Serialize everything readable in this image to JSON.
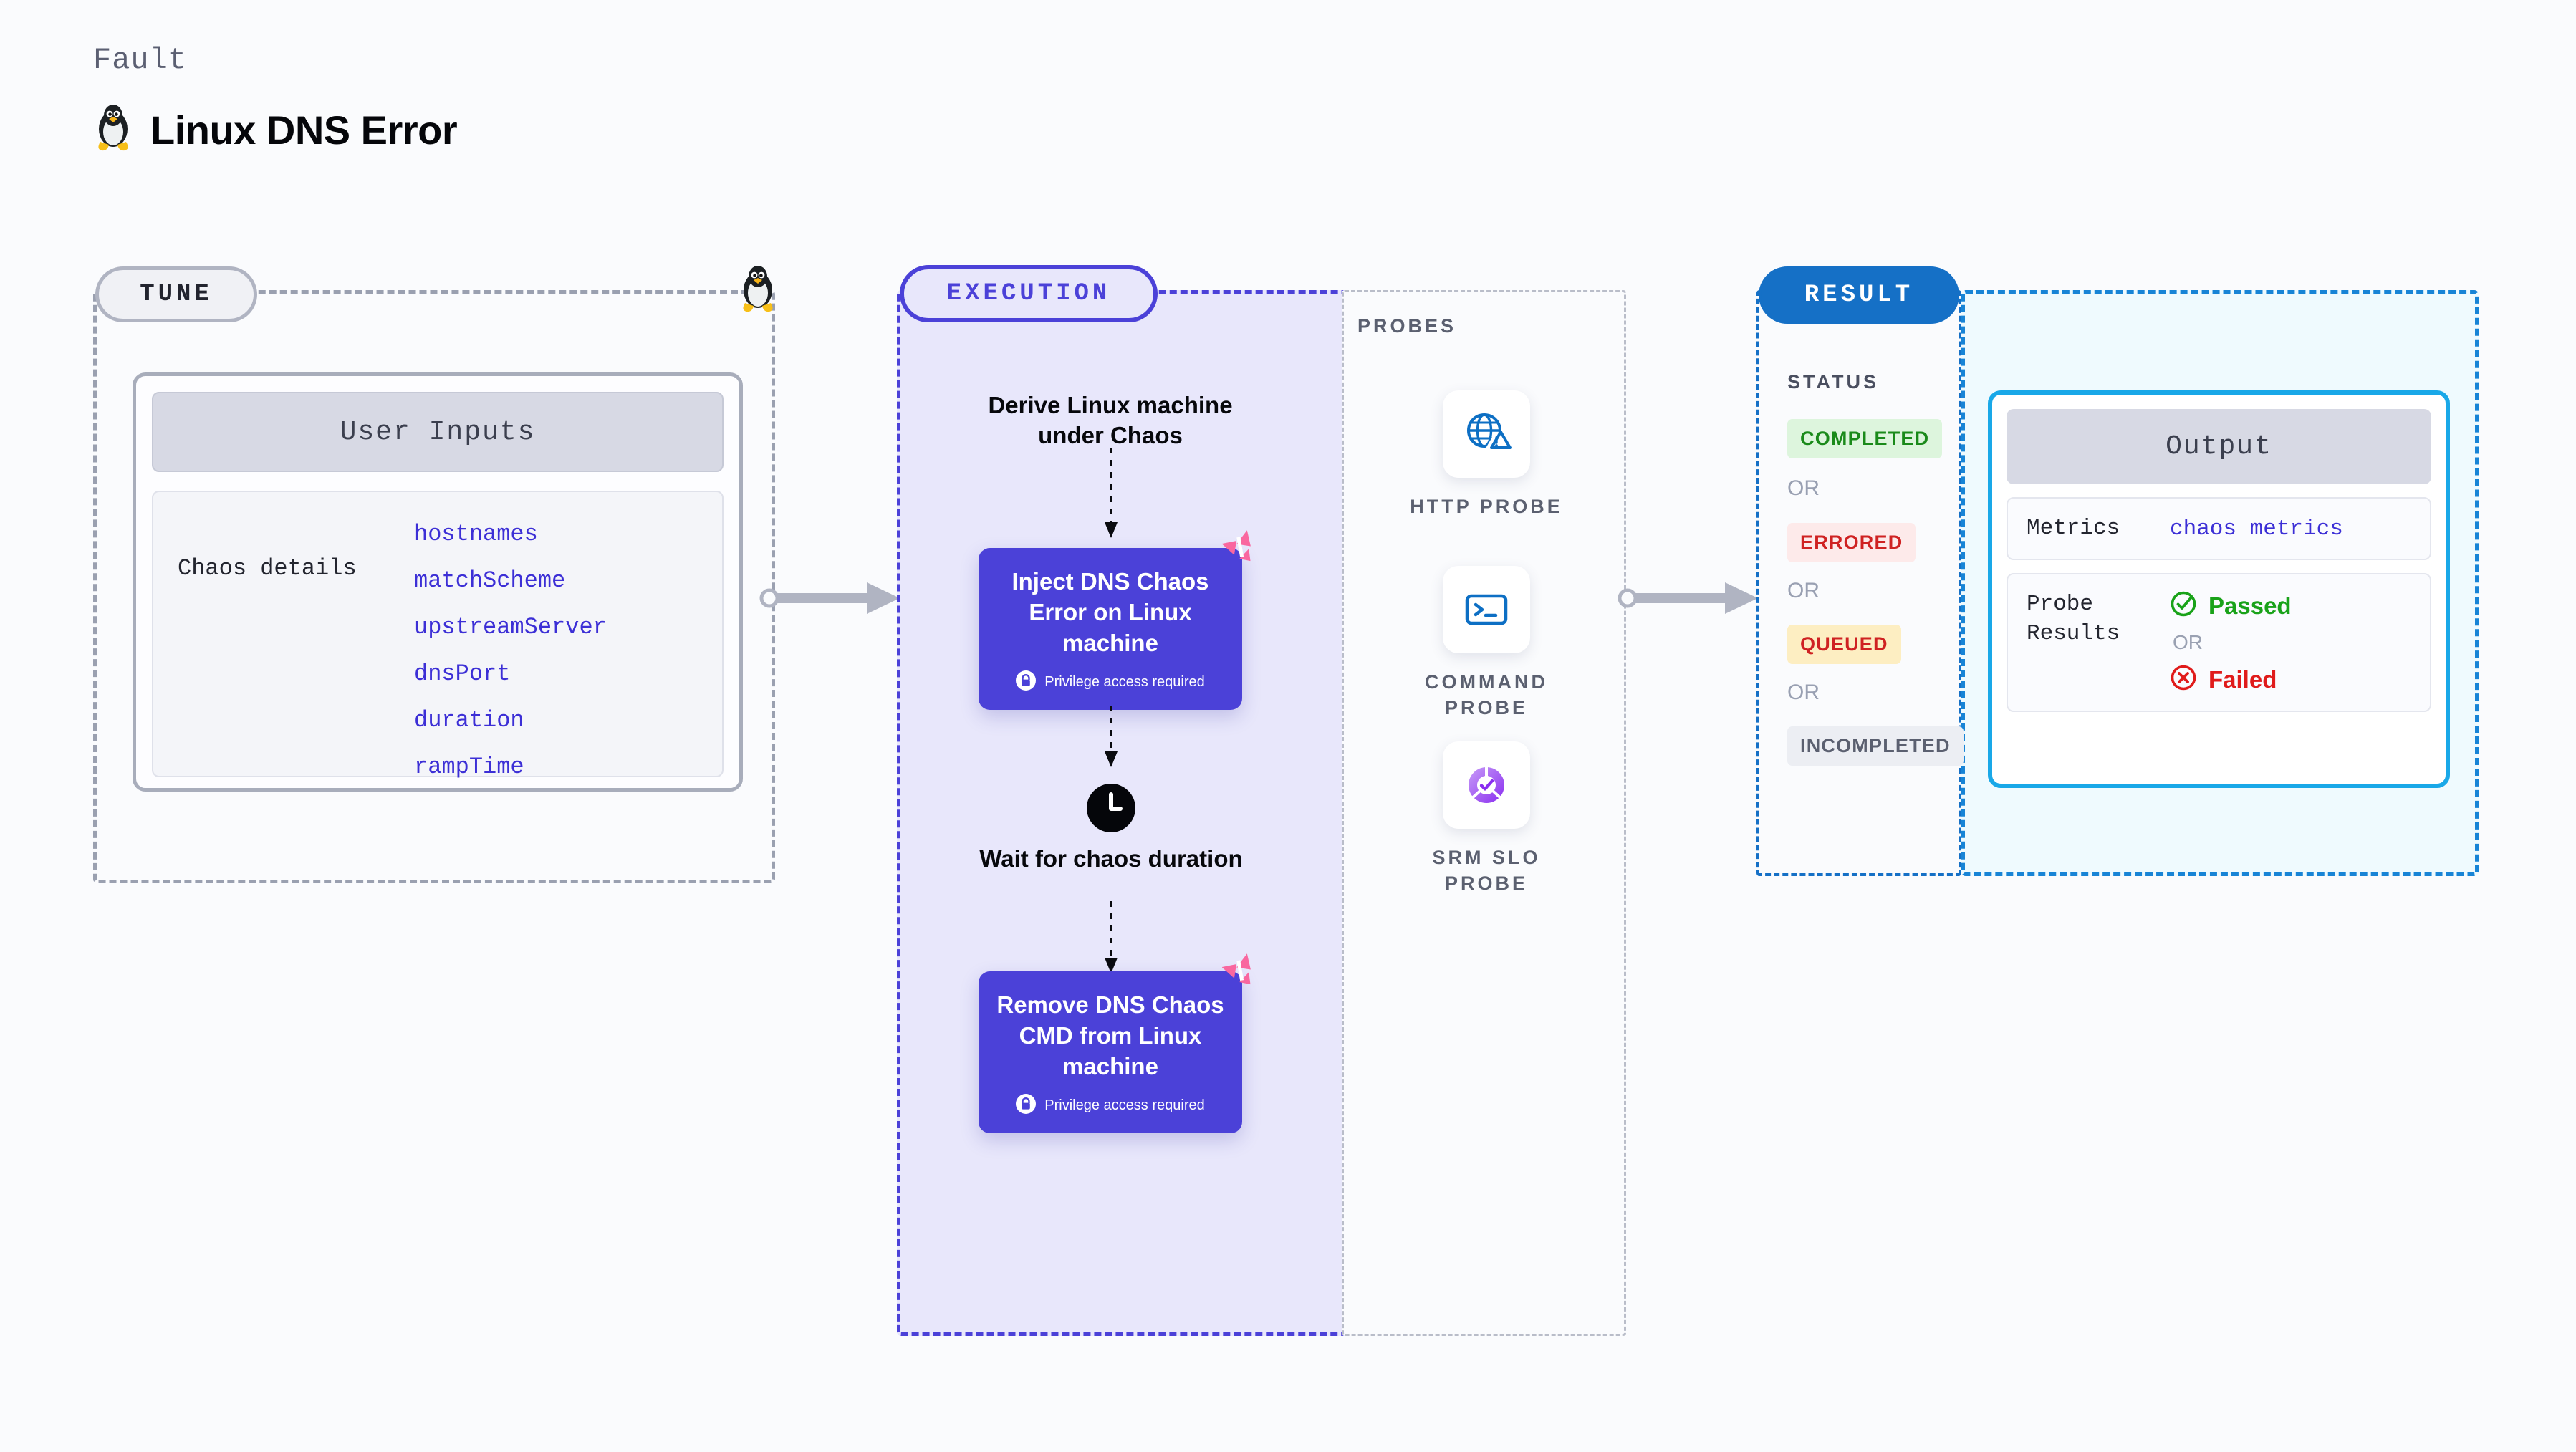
{
  "header": {
    "eyebrow": "Fault",
    "title": "Linux DNS Error",
    "icon": "linux-penguin-icon"
  },
  "tune": {
    "pill_label": "TUNE",
    "boundary_icon": "linux-penguin-icon",
    "card": {
      "header": "User Inputs",
      "row_label": "Chaos details",
      "params": [
        "hostnames",
        "matchScheme",
        "upstreamServer",
        "dnsPort",
        "duration",
        "rampTime"
      ]
    }
  },
  "execution": {
    "pill_label": "EXECUTION",
    "steps": [
      {
        "kind": "text",
        "label": "Derive Linux machine under Chaos"
      },
      {
        "kind": "chaos-node",
        "label": "Inject DNS Chaos Error on Linux machine",
        "privilege_note": "Privilege access required",
        "lock_icon": "lock-icon",
        "badge_icon": "harness-badge-icon"
      },
      {
        "kind": "wait",
        "label": "Wait for chaos duration",
        "icon": "clock-icon"
      },
      {
        "kind": "chaos-node",
        "label": "Remove DNS Chaos CMD from Linux machine",
        "privilege_note": "Privilege access required",
        "lock_icon": "lock-icon",
        "badge_icon": "harness-badge-icon"
      }
    ]
  },
  "probes": {
    "section_label": "PROBES",
    "items": [
      {
        "label": "HTTP PROBE",
        "icon": "globe-warning-icon"
      },
      {
        "label": "COMMAND PROBE",
        "icon": "terminal-icon"
      },
      {
        "label": "SRM SLO PROBE",
        "icon": "slo-donut-check-icon"
      }
    ]
  },
  "result": {
    "pill_label": "RESULT",
    "status_label": "STATUS",
    "or_label": "OR",
    "statuses": [
      {
        "label": "COMPLETED",
        "color": "#1a8a1a",
        "bg": "#ddf5dd"
      },
      {
        "label": "ERRORED",
        "color": "#cf2222",
        "bg": "#fdeaea"
      },
      {
        "label": "QUEUED",
        "color": "#cf2222",
        "bg": "#fdeec2"
      },
      {
        "label": "INCOMPLETED",
        "color": "#5b6070",
        "bg": "#eceef3"
      }
    ],
    "output": {
      "header": "Output",
      "metrics_key": "Metrics",
      "metrics_value": "chaos metrics",
      "probe_results_key": "Probe Results",
      "passed_label": "Passed",
      "passed_icon": "check-circle-icon",
      "passed_color": "#19a219",
      "or_label": "OR",
      "failed_label": "Failed",
      "failed_icon": "x-circle-icon",
      "failed_color": "#e01b1b"
    }
  },
  "colors": {
    "accent_purple": "#4b41d8",
    "accent_blue": "#1570c6",
    "accent_cyan": "#19a8e8",
    "link_purple": "#3c2fd6",
    "badge_pink": "#f9679f"
  }
}
